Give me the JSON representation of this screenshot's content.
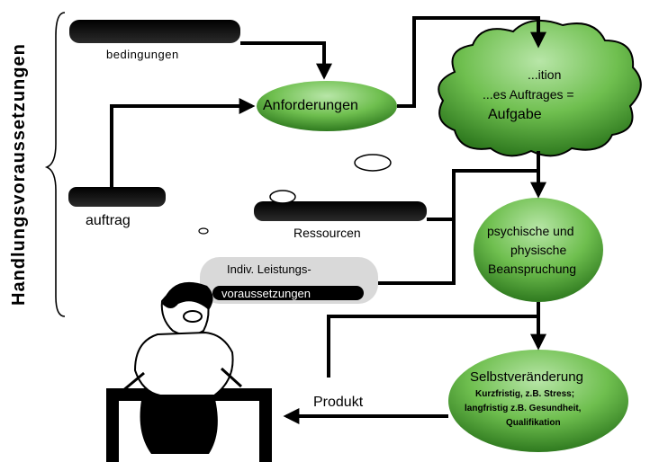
{
  "diagram": {
    "side_label": "Handlungsvoraussetzungen",
    "nodes": {
      "bedingungen": "bedingungen",
      "anforderungen": "Anforderungen",
      "cloud_line1": "...ition",
      "cloud_line2": "...es Auftrages =",
      "cloud_line3": "Aufgabe",
      "auftrag": "auftrag",
      "ressourcen": "Ressourcen",
      "leistungs_line1": "Indiv. Leistungs-",
      "leistungs_line2": "voraussetzungen",
      "beanspruchung_line1": "psychische und",
      "beanspruchung_line2": "physische",
      "beanspruchung_line3": "Beanspruchung",
      "selbst_title": "Selbstveränderung",
      "selbst_line1": "Kurzfristig, z.B. Stress;",
      "selbst_line2": "langfristig z.B. Gesundheit,",
      "selbst_line3": "Qualifikation",
      "produkt": "Produkt"
    }
  }
}
